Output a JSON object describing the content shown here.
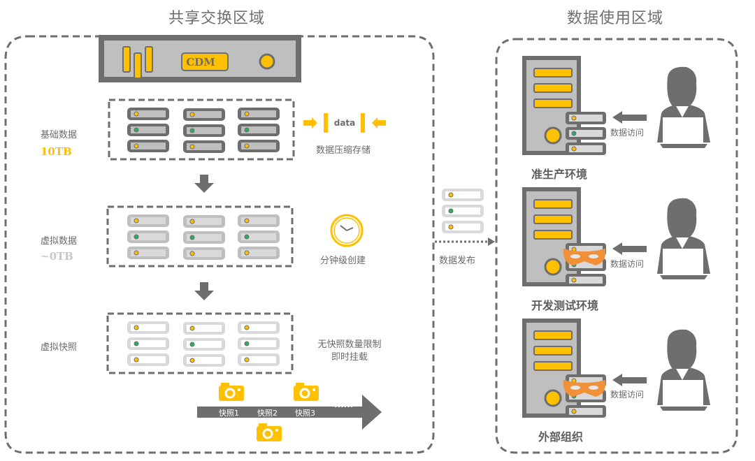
{
  "zones": {
    "left_title": "共享交换区域",
    "right_title": "数据使用区域"
  },
  "cdm_box": {
    "label": "CDM"
  },
  "colors": {
    "accent": "#ffc000",
    "gray_dark": "#6e6e6e",
    "gray_mid": "#bfbfbf",
    "gray_light": "#d9d9d9",
    "green": "#27ae60",
    "mask": "#f0913a"
  },
  "rows": [
    {
      "name": "基础数据",
      "size": "10TB",
      "note": "数据压缩存储",
      "note_line2": ""
    },
    {
      "name": "虚拟数据",
      "size": "~0TB",
      "note": "分钟级创建",
      "note_line2": ""
    },
    {
      "name": "虚拟快照",
      "size": "",
      "note": "无快照数量限制",
      "note_line2": "即时挂载"
    }
  ],
  "compress_icon": {
    "label": "data"
  },
  "timeline": {
    "snapshots": [
      "快照1",
      "快照2",
      "快照3"
    ],
    "ellipsis": "......"
  },
  "publish": {
    "label": "数据发布"
  },
  "environments": [
    {
      "name": "准生产环境",
      "access": "数据访问",
      "masked": false
    },
    {
      "name": "开发测试环境",
      "access": "数据访问",
      "masked": true
    },
    {
      "name": "外部组织",
      "access": "数据访问",
      "masked": true
    }
  ]
}
